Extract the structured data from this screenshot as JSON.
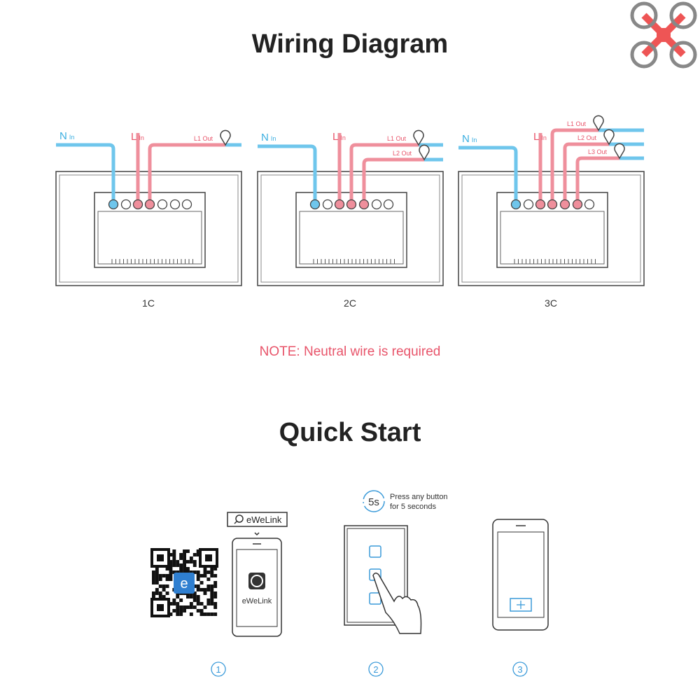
{
  "wiring": {
    "title": "Wiring Diagram",
    "note": "NOTE: Neutral wire is required",
    "panels": [
      {
        "caption": "1C",
        "n_label": "N",
        "n_sub": "In",
        "l_label": "L",
        "l_sub": "In",
        "outs": [
          "L1 Out"
        ]
      },
      {
        "caption": "2C",
        "n_label": "N",
        "n_sub": "In",
        "l_label": "L",
        "l_sub": "In",
        "outs": [
          "L1 Out",
          "L2 Out"
        ]
      },
      {
        "caption": "3C",
        "n_label": "N",
        "n_sub": "In",
        "l_label": "L",
        "l_sub": "In",
        "outs": [
          "L1 Out",
          "L2 Out",
          "L3 Out"
        ]
      }
    ]
  },
  "quick_start": {
    "title": "Quick Start",
    "search_label": "eWeLink",
    "app_name": "eWeLink",
    "qr_badge": "e",
    "timer": "5s",
    "press_line1": "Press any button",
    "press_line2": "for 5 seconds",
    "steps": [
      "1",
      "2",
      "3"
    ]
  },
  "colors": {
    "neutral": "#6fc6ec",
    "live": "#ef8f9c",
    "note": "#e8546a",
    "accent": "#3a9ad9"
  }
}
